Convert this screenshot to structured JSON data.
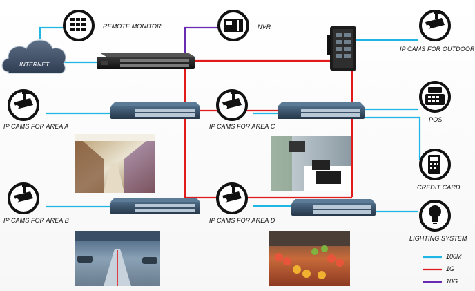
{
  "nodes": {
    "internet": "INTERNET",
    "remote_monitor": "REMOTE MONITOR",
    "nvr": "NVR",
    "outdoor_cams": "IP CAMS FOR OUTDOOR",
    "area_a": "IP CAMS FOR AREA A",
    "area_b": "IP CAMS FOR AREA B",
    "area_c": "IP CAMS FOR AREA C",
    "area_d": "IP CAMS FOR AREA D",
    "pos": "POS",
    "credit_card": "CREDIT CARD",
    "lighting": "LIGHTING SYSTEM"
  },
  "legend": [
    {
      "label": "100M",
      "color": "#1fb6e6"
    },
    {
      "label": "1G",
      "color": "#e01b1b"
    },
    {
      "label": "10G",
      "color": "#6a2bb3"
    }
  ],
  "colors": {
    "link_100m": "#1fb6e6",
    "link_1g": "#e01b1b",
    "link_10g": "#6a2bb3",
    "switch_body": "#34495e",
    "icon_black": "#1a1a1a"
  }
}
